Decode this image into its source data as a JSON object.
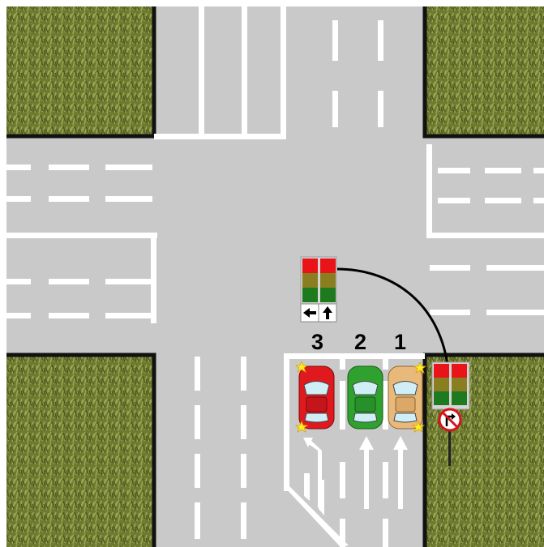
{
  "scene": {
    "type": "intersection-diagram",
    "colors": {
      "road": "#c8c8c8",
      "grass": "#6f7a32",
      "marking": "#ffffff",
      "curb": "#111111"
    }
  },
  "lanes": [
    {
      "number": "3",
      "car_color": "#e0191e",
      "arrow": "straight-or-left",
      "hazard_lights": true
    },
    {
      "number": "2",
      "car_color": "#2ea12f",
      "arrow": "straight",
      "hazard_lights": false
    },
    {
      "number": "1",
      "car_color": "#e8b97a",
      "arrow": "straight",
      "hazard_lights": true
    }
  ],
  "traffic_lights": [
    {
      "id": "main-signal",
      "sections": 2,
      "state": "red",
      "arrows": [
        "left-arrow",
        "up-arrow"
      ]
    },
    {
      "id": "right-signal",
      "sections": 2,
      "state": "red",
      "sign": "no-right-turn"
    }
  ]
}
